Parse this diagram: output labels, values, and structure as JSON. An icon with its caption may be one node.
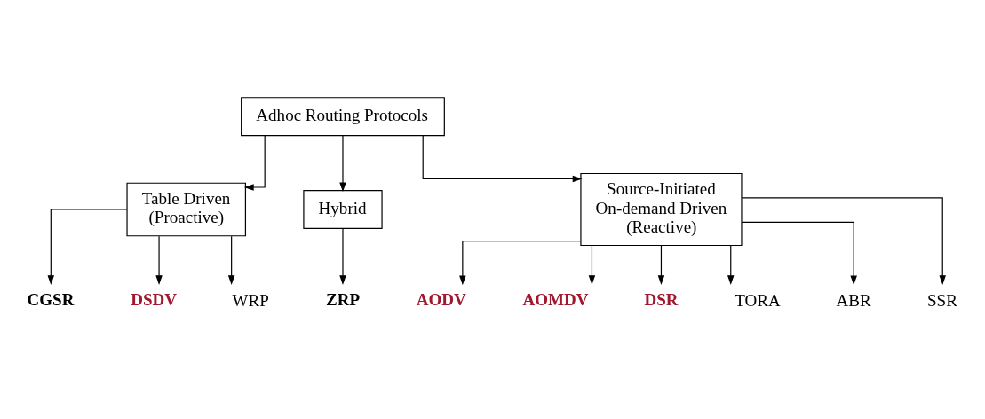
{
  "diagram": {
    "nodes": [
      {
        "text": [
          "Adhoc Routing Protocols"
        ]
      },
      {
        "text": [
          "Table Driven (Proactive)"
        ]
      },
      {
        "text": [
          "Hybrid"
        ]
      },
      {
        "text": [
          "Source-Initiated On-demand Driven (Reactive)"
        ]
      },
      {
        "text": [
          "CGSR"
        ]
      },
      {
        "text": [
          "DSDV"
        ]
      },
      {
        "text": [
          "WRP"
        ]
      },
      {
        "text": [
          "ZRP"
        ]
      },
      {
        "text": [
          "AODV"
        ]
      },
      {
        "text": [
          "AOMDV"
        ]
      },
      {
        "text": [
          "DSR"
        ]
      },
      {
        "text": [
          "TORA"
        ]
      },
      {
        "text": [
          "ABR"
        ]
      },
      {
        "text": [
          "SSR"
        ]
      }
    ],
    "edges": [
      {
        "from": 0,
        "to": 1,
        "arrow": "to"
      },
      {
        "from": 0,
        "to": 2,
        "arrow": "to"
      },
      {
        "from": 0,
        "to": 3,
        "arrow": "to"
      },
      {
        "from": 1,
        "to": 4,
        "arrow": "to"
      },
      {
        "from": 1,
        "to": 5,
        "arrow": "to"
      },
      {
        "from": 1,
        "to": 6,
        "arrow": "to"
      },
      {
        "from": 2,
        "to": 7,
        "arrow": "to"
      },
      {
        "from": 3,
        "to": 8,
        "arrow": "to"
      },
      {
        "from": 3,
        "to": 9,
        "arrow": "to"
      },
      {
        "from": 3,
        "to": 10,
        "arrow": "to"
      },
      {
        "from": 3,
        "to": 11,
        "arrow": "to"
      },
      {
        "from": 3,
        "to": 12,
        "arrow": "to"
      },
      {
        "from": 3,
        "to": 13,
        "arrow": "to"
      }
    ]
  }
}
